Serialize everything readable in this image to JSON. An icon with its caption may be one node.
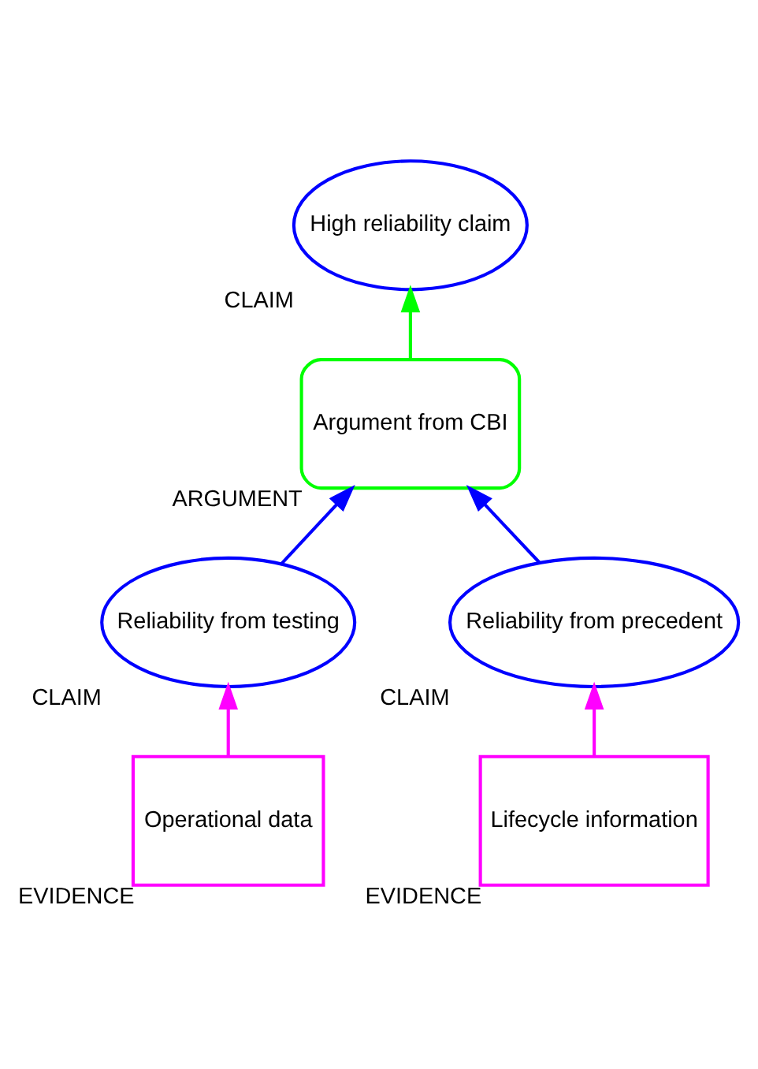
{
  "diagram": {
    "nodes": [
      {
        "text": [
          "High reliability claim"
        ],
        "beside": [
          "CLAIM"
        ]
      },
      {
        "text": [
          "Argument from CBI"
        ],
        "beside": [
          "ARGUMENT"
        ]
      },
      {
        "text": [
          "Reliability from testing"
        ],
        "beside": [
          "CLAIM"
        ]
      },
      {
        "text": [
          "Reliability from precedent"
        ],
        "beside": [
          "CLAIM"
        ]
      },
      {
        "text": [
          "Operational data"
        ],
        "beside": [
          "EVIDENCE"
        ]
      },
      {
        "text": [
          "Lifecycle information"
        ],
        "beside": [
          "EVIDENCE"
        ]
      }
    ],
    "edges": [
      {
        "from": 1,
        "to": 0,
        "arrow": "to",
        "color": "#00ff00"
      },
      {
        "from": 2,
        "to": 1,
        "arrow": "to",
        "color": "#0000ff"
      },
      {
        "from": 3,
        "to": 1,
        "arrow": "to",
        "color": "#0000ff"
      },
      {
        "from": 4,
        "to": 2,
        "arrow": "to",
        "color": "#ff00ff"
      },
      {
        "from": 5,
        "to": 3,
        "arrow": "to",
        "color": "#ff00ff"
      }
    ]
  }
}
